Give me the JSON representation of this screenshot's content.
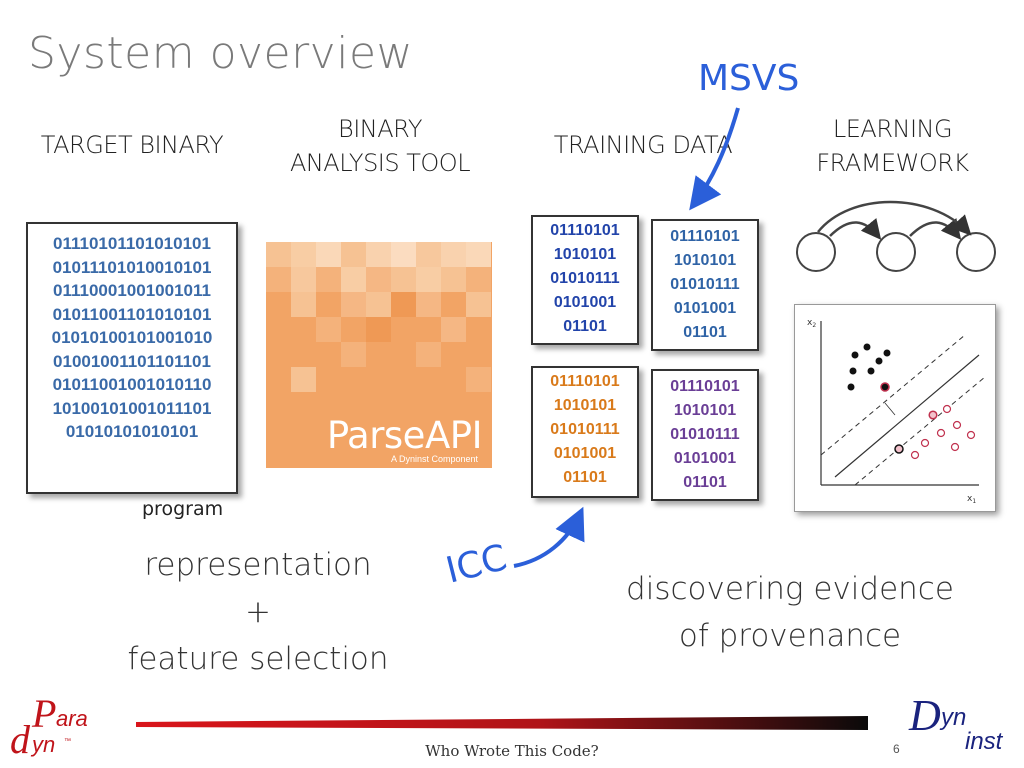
{
  "slide": {
    "title": "System overview",
    "page_number": "6",
    "footer": "Who Wrote This Code?"
  },
  "columns": {
    "target_binary": "TARGET BINARY",
    "analysis_tool_line1": "BINARY",
    "analysis_tool_line2": "ANALYSIS TOOL",
    "training_data": "TRAINING DATA",
    "learning_line1": "LEARNING",
    "learning_line2": "FRAMEWORK"
  },
  "target_binary_lines": [
    "01110101101010101",
    "01011101010010101",
    "01110001001001011",
    "01011001101010101",
    "01010100101001010",
    "01001001101101101",
    "01011001001010110",
    "10100101001011101",
    "01010101010101"
  ],
  "program_label": "program",
  "training_lines": [
    "01110101",
    "1010101",
    "01010111",
    "0101001",
    "01101"
  ],
  "training_colors": {
    "blue": "#2244aa",
    "teal": "#2f63a6",
    "orange": "#d97a1a",
    "purple": "#6a3e96"
  },
  "parseapi": {
    "name": "ParseAPI",
    "tagline": "A Dyninst Component",
    "base_color": "#f2a465"
  },
  "annotations": {
    "msvs": "MSVS",
    "icc": "ICC",
    "accent": "#2b5fd9"
  },
  "captions": {
    "left_line1": "representation",
    "left_line2": "+",
    "left_line3": "feature selection",
    "right_line1": "discovering evidence",
    "right_line2": "of provenance"
  },
  "svm_axes": {
    "x": "x",
    "x_sub": "1",
    "y": "x",
    "y_sub": "2"
  },
  "logos": {
    "paradyn_p": "P",
    "paradyn_ara": "ara",
    "paradyn_d": "d",
    "paradyn_yn": "yn",
    "paradyn_tm": "™",
    "dyninst_d": "D",
    "dyninst_yn": "yn",
    "dyninst_inst": "inst",
    "red": "#c0141a",
    "navy": "#1a237e"
  }
}
